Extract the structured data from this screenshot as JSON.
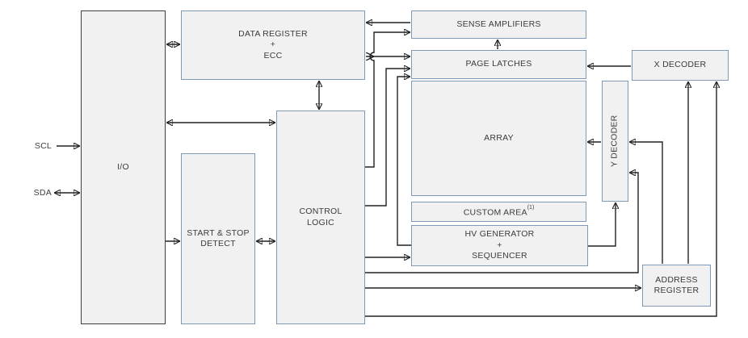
{
  "diagram": {
    "signals": {
      "scl": {
        "label": "SCL"
      },
      "sda": {
        "label": "SDA"
      }
    },
    "blocks": {
      "io": {
        "label": "I/O"
      },
      "data_register": {
        "label": "DATA REGISTER\n+\nECC"
      },
      "start_stop_detect": {
        "label": "START & STOP\nDETECT"
      },
      "control_logic": {
        "label": "CONTROL\nLOGIC"
      },
      "sense_amplifiers": {
        "label": "SENSE AMPLIFIERS"
      },
      "page_latches": {
        "label": "PAGE LATCHES"
      },
      "array": {
        "label": "ARRAY"
      },
      "custom_area": {
        "label": "CUSTOM AREA",
        "note": "(1)"
      },
      "hv_generator": {
        "label": "HV GENERATOR\n+\nSEQUENCER"
      },
      "y_decoder": {
        "label": "Y DECODER"
      },
      "x_decoder": {
        "label": "X DECODER"
      },
      "address_register": {
        "label": "ADDRESS\nREGISTER"
      }
    },
    "colors": {
      "block_border": "#7e9ab6",
      "block_fill": "#f1f1f2",
      "io_border": "#404040",
      "line": "#222222",
      "text": "#3b3b3b",
      "background": "#ffffff"
    }
  }
}
